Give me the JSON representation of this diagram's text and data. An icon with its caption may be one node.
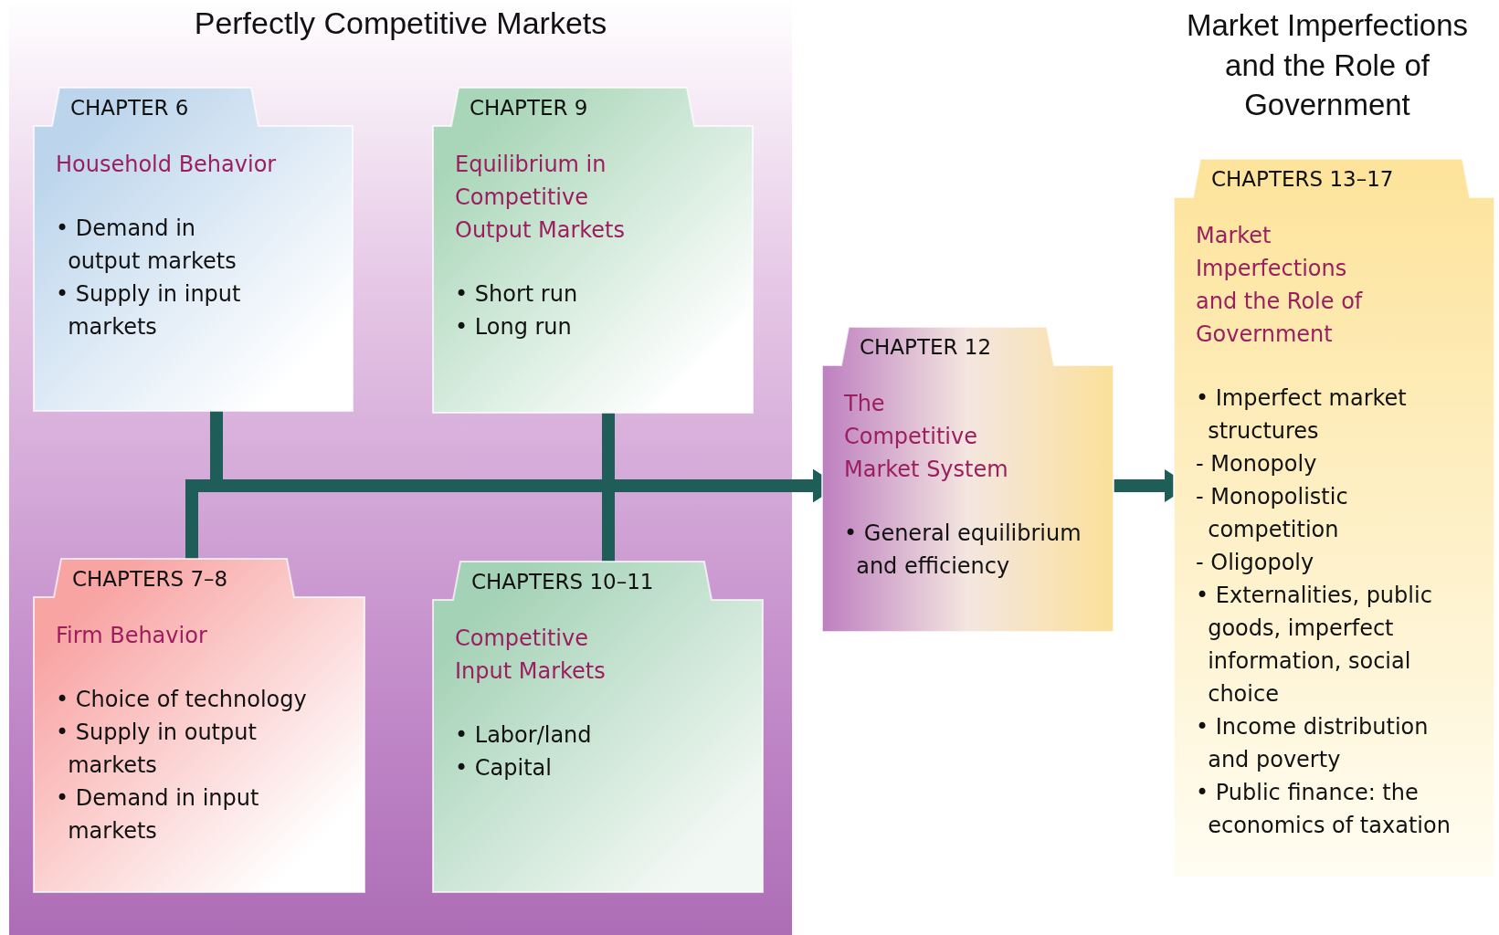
{
  "diagram": {
    "nodes": [
      {
        "text": [
          "Perfectly Competitive Markets"
        ]
      },
      {
        "text": [
          "CHAPTER 6",
          "Household Behavior",
          "• Demand in output markets",
          "• Supply in input markets"
        ],
        "in": 0
      },
      {
        "text": [
          "CHAPTER 9",
          "Equilibrium in Competitive Output Markets",
          "• Short run",
          "• Long run"
        ],
        "in": 0
      },
      {
        "text": [
          "CHAPTERS 7–8",
          "Firm Behavior",
          "• Choice of technology",
          "• Supply in output markets",
          "• Demand in input markets"
        ],
        "in": 0
      },
      {
        "text": [
          "CHAPTERS 10–11",
          "Competitive Input Markets",
          "• Labor/land",
          "• Capital"
        ],
        "in": 0
      },
      {
        "text": [
          "CHAPTER 12",
          "The Competitive Market System",
          "• General equilibrium and efficiency"
        ]
      },
      {
        "text": [
          "CHAPTERS 13–17",
          "Market Imperfections and the Role of Government",
          "• Imperfect market structures",
          "- Monopoly",
          "- Monopolistic competition",
          "- Oligopoly",
          "• Externalities, public goods, imperfect information, social choice",
          "• Income distribution and poverty",
          "• Public finance: the economics of taxation"
        ]
      }
    ],
    "edges": [
      {
        "from": 1,
        "to": 5,
        "arrow": "to"
      },
      {
        "from": 2,
        "to": 5,
        "arrow": "to"
      },
      {
        "from": 3,
        "to": 5,
        "arrow": "to"
      },
      {
        "from": 4,
        "to": 5,
        "arrow": "to"
      },
      {
        "from": 5,
        "to": 6,
        "arrow": "to"
      }
    ],
    "labels": [
      "Market Imperfections and the Role of Government"
    ]
  }
}
